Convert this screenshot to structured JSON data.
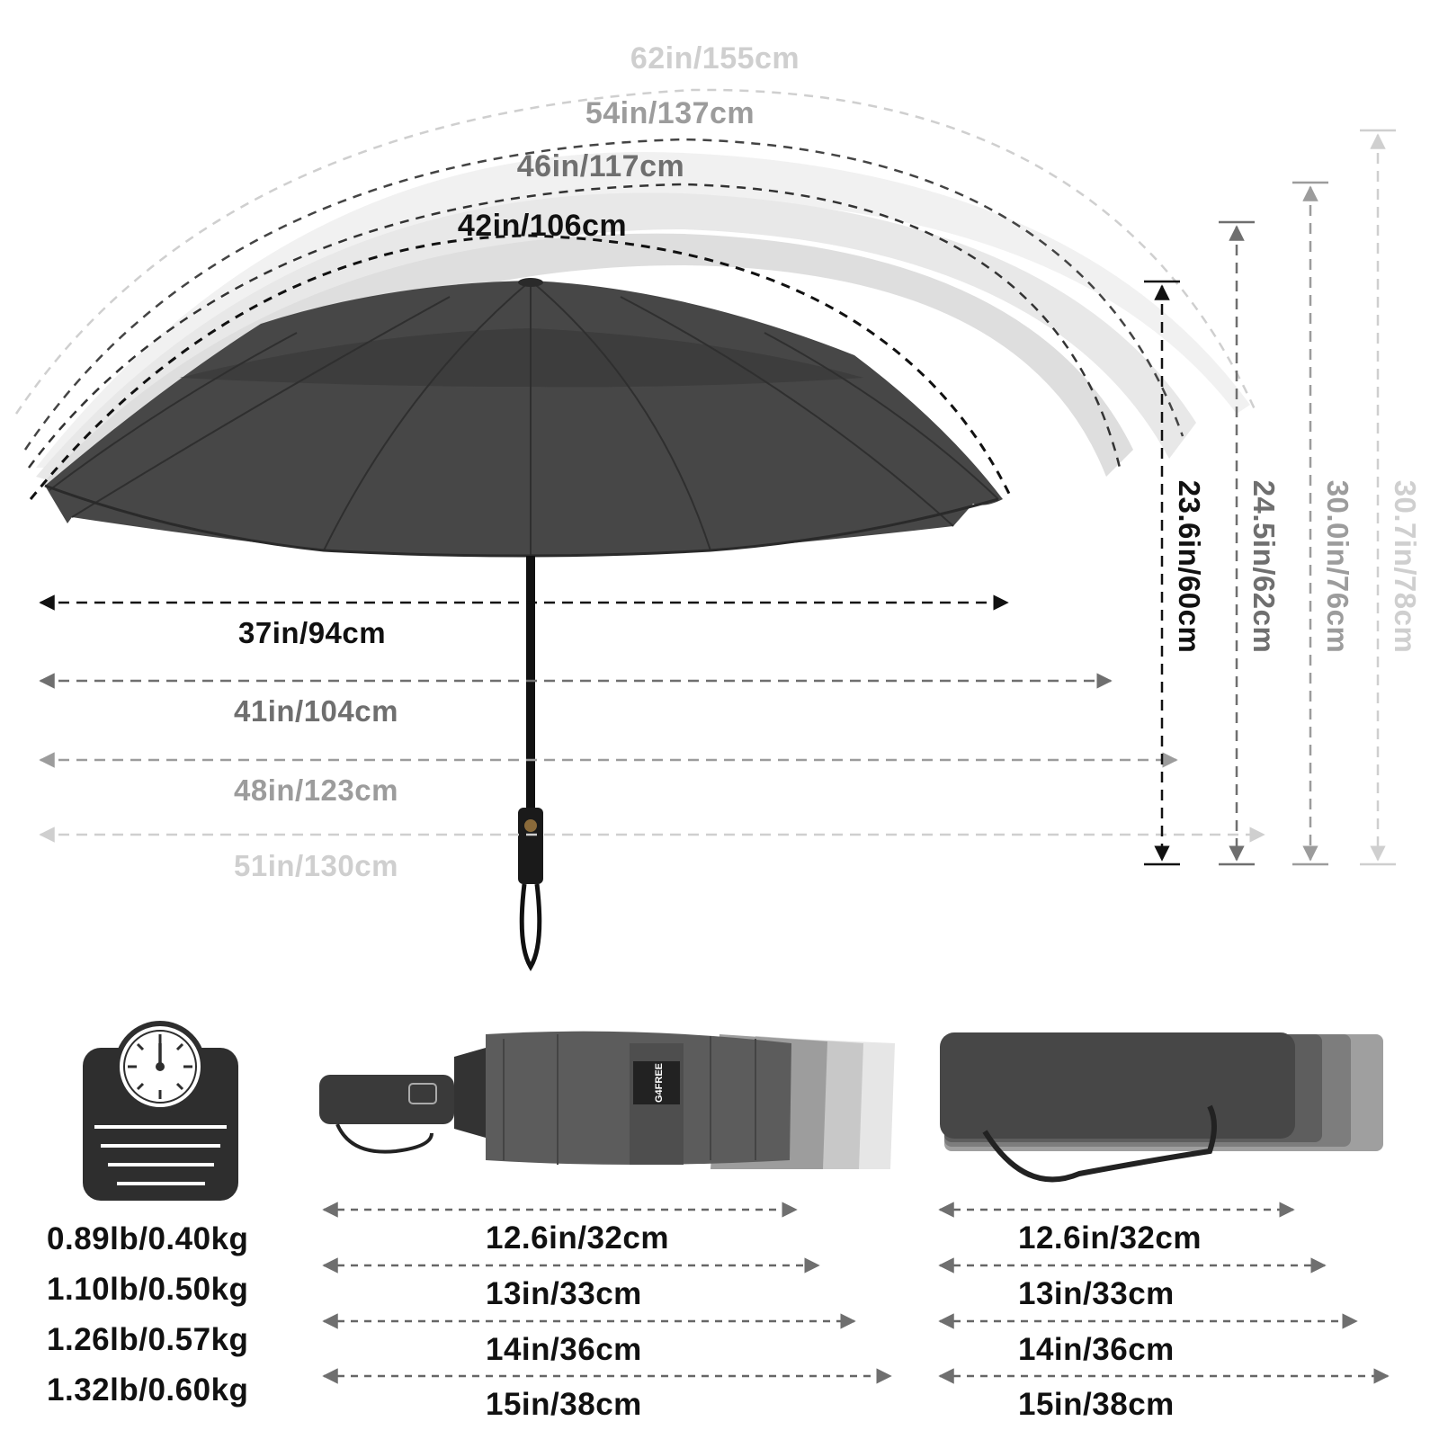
{
  "colors": {
    "canopy": "#4a4a4a",
    "canopy_dark": "#3b3b3b",
    "black": "#111111",
    "gray_mid": "#6f6f6f",
    "gray_light": "#9c9c9c",
    "gray_lighter": "#cfcfcf"
  },
  "brand_text": "G4FREE",
  "open_size": {
    "arc_lengths": [
      "62in/155cm",
      "54in/137cm",
      "46in/117cm",
      "42in/106cm"
    ],
    "widths": [
      "37in/94cm",
      "41in/104cm",
      "48in/123cm",
      "51in/130cm"
    ],
    "heights": [
      "23.6in/60cm",
      "24.5in/62cm",
      "30.0in/76cm",
      "30.7in/78cm"
    ]
  },
  "weights": [
    "0.89lb/0.40kg",
    "1.10lb/0.50kg",
    "1.26lb/0.57kg",
    "1.32lb/0.60kg"
  ],
  "folded_lengths": [
    "12.6in/32cm",
    "13in/33cm",
    "14in/36cm",
    "15in/38cm"
  ],
  "sleeve_lengths": [
    "12.6in/32cm",
    "13in/33cm",
    "14in/36cm",
    "15in/38cm"
  ],
  "icons": {
    "scale": "scale-icon",
    "gauge": "gauge-icon",
    "umbrella": "umbrella-icon"
  }
}
